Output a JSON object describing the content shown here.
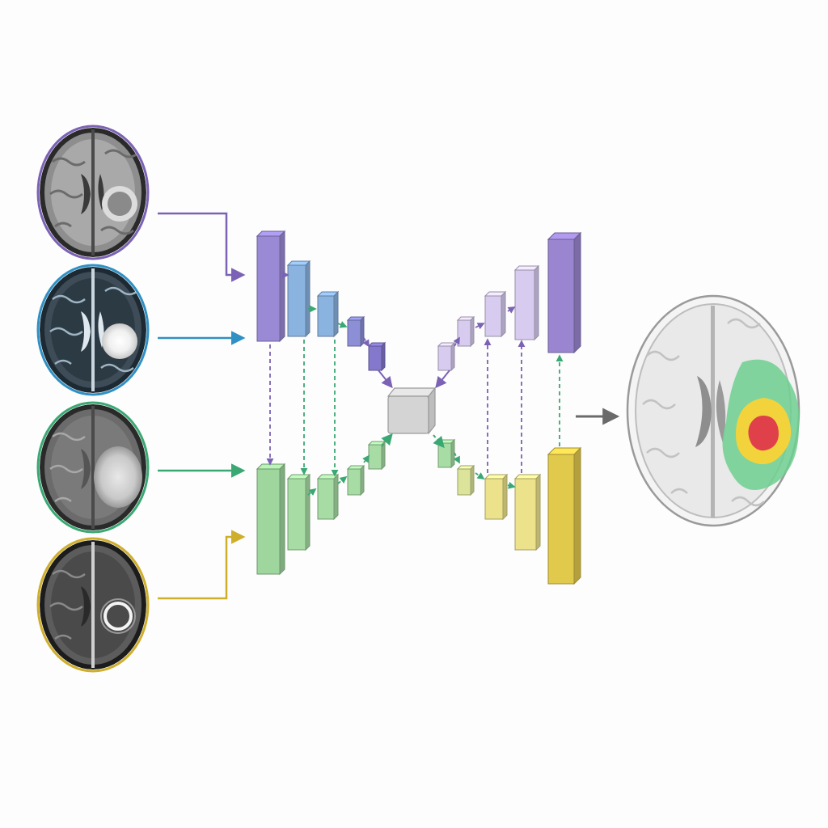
{
  "colors": {
    "background": "#fdfdfd",
    "purple": "#7b62b5",
    "blue": "#2f90c4",
    "green": "#3aa873",
    "yellow": "#cfae2c",
    "gray_arrow": "#6a6a6a",
    "bottleneck": "#d4d4d4",
    "seg_edema": "#6fcf8f",
    "seg_enhancing": "#f2d33c",
    "seg_core": "#e0404a"
  },
  "inputs": [
    {
      "name": "scan-1",
      "ring_color": "#7b62b5",
      "lesion": "ring-gray",
      "arrow_color": "#7b62b5"
    },
    {
      "name": "scan-2",
      "ring_color": "#2f90c4",
      "lesion": "bright-white",
      "arrow_color": "#2f90c4"
    },
    {
      "name": "scan-3",
      "ring_color": "#3aa873",
      "lesion": "bright-diffuse",
      "arrow_color": "#3aa873"
    },
    {
      "name": "scan-4",
      "ring_color": "#cfae2c",
      "lesion": "enhancing-ring",
      "arrow_color": "#cfae2c"
    }
  ],
  "encoder_top_colors": [
    "#9a8ad6",
    "#8ab3e0",
    "#8ab3e0",
    "#8c8fd6",
    "#8478cc"
  ],
  "encoder_bottom_colors": [
    "#9fd69d",
    "#a7dca4",
    "#a7dca4",
    "#a7dca4",
    "#a7dca4"
  ],
  "decoder_top_colors": [
    "#d7ccef",
    "#d7ccef",
    "#d7ccef",
    "#d7ccef",
    "#9a86d0"
  ],
  "decoder_bottom_colors": [
    "#a7dca4",
    "#dbe49a",
    "#ece28c",
    "#ece28c",
    "#e1c94c"
  ],
  "output": {
    "icon": "segmented-brain",
    "classes": [
      "edema",
      "enhancing",
      "core"
    ]
  }
}
